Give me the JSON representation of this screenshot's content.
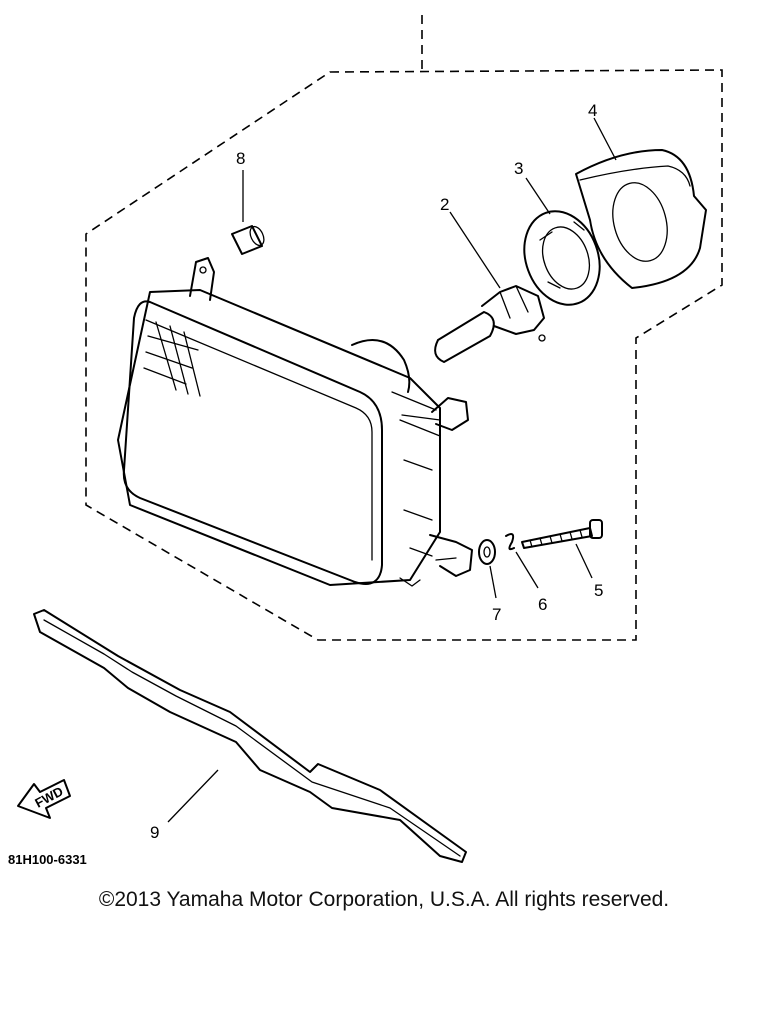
{
  "diagram": {
    "callouts": {
      "p1": "2",
      "p2": "3",
      "p3": "4",
      "p4": "8",
      "p5": "5",
      "p6": "6",
      "p7": "7",
      "p8": "9"
    },
    "direction_label": "FWD",
    "part_code": "81H100-6331"
  },
  "footer": {
    "copyright": "©2013 Yamaha Motor Corporation, U.S.A. All rights reserved."
  }
}
